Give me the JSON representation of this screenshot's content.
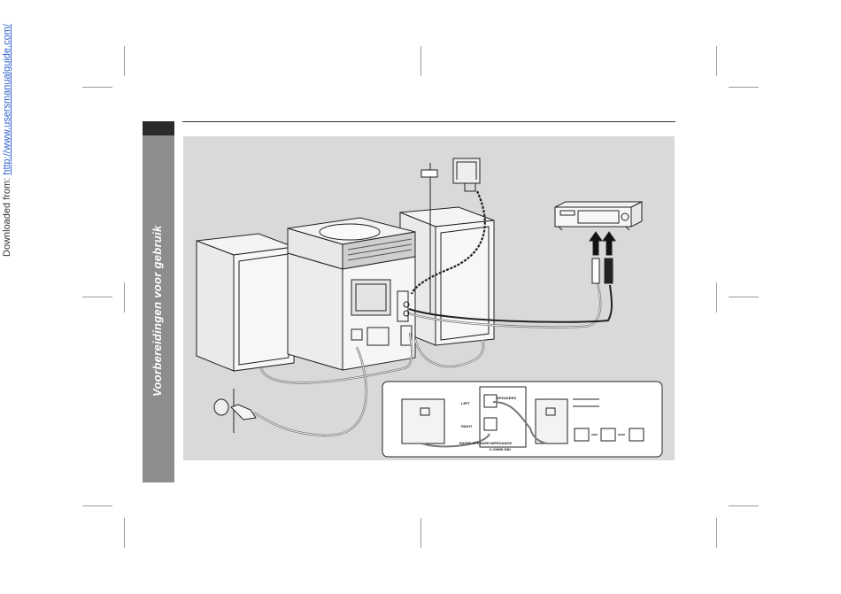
{
  "page": {
    "download_prefix": "Downloaded from: ",
    "download_url": "http://www.usersmanualguide.com/",
    "section_title": "Voorbereidingen voor gebruik"
  },
  "diagram": {
    "terminal_labels": {
      "speakers": "SPEAKERS",
      "left": "LEFT",
      "right": "RIGHT",
      "impedance": "RATED SPEAKER IMPEDANCE",
      "ohms": "6 OHMS MIN"
    },
    "colors": {
      "panel": "#d9d9d9",
      "line": "#222222",
      "tab": "#8d8d8d"
    }
  }
}
